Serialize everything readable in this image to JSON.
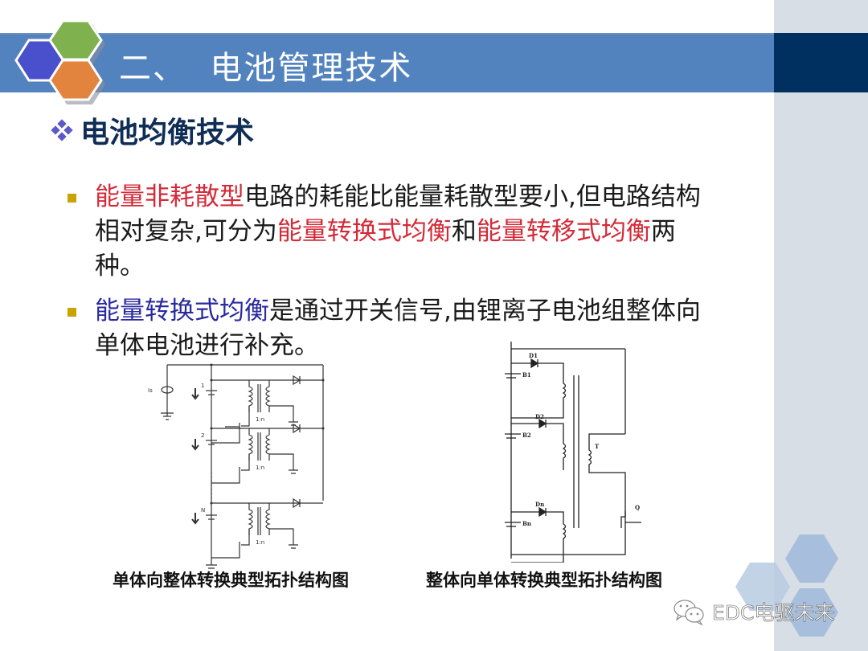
{
  "header": {
    "title": "二、  电池管理技术",
    "colors": {
      "bar": "#5383bf",
      "bar_dark": "#00305f",
      "side_panel": "#d7dee6"
    },
    "logo_hexagons": [
      {
        "name": "blue-hexagon",
        "color": "#4a4fcc"
      },
      {
        "name": "green-hexagon",
        "color": "#7fb24f"
      },
      {
        "name": "orange-hexagon",
        "color": "#e2833e"
      }
    ]
  },
  "section": {
    "title": "电池均衡技术",
    "bullet_icon": "diamond-cluster-icon"
  },
  "bullets": [
    {
      "segments": [
        {
          "text": "能量非耗散型",
          "color": "red"
        },
        {
          "text": "电路的耗能比能量耗散型要小,但电路结构相对复杂,可分为",
          "color": "black"
        },
        {
          "text": "能量转换式均衡",
          "color": "red"
        },
        {
          "text": "和",
          "color": "black"
        },
        {
          "text": "能量转移式均衡",
          "color": "red"
        },
        {
          "text": "两种。",
          "color": "black"
        }
      ]
    },
    {
      "segments": [
        {
          "text": "能量转换式均衡",
          "color": "blue"
        },
        {
          "text": "是通过开关信号,由锂离子电池组整体向单体电池进行补充。",
          "color": "black"
        }
      ]
    }
  ],
  "figures": [
    {
      "caption": "单体向整体转换典型拓扑结构图",
      "labels": {
        "source": "Is",
        "cell1": "1",
        "cell2": "2",
        "cellN": "N",
        "ratio": "1:n"
      }
    },
    {
      "caption": "整体向单体转换典型拓扑结构图",
      "labels": {
        "d1": "D1",
        "b1": "B1",
        "d2": "D2",
        "b2": "B2",
        "dn": "Dn",
        "bn": "Bn",
        "t": "T",
        "q": "Q"
      }
    }
  ],
  "watermark": {
    "text": "EDC电驱未来",
    "icon": "wechat-icon"
  }
}
